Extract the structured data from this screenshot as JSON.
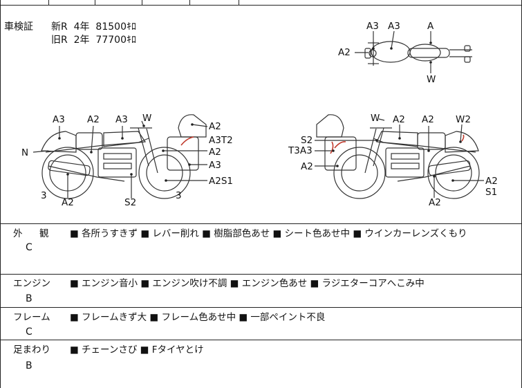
{
  "registration": {
    "label": "車検証",
    "new_line": "新R  4年  81500ｷﾛ",
    "old_line": "旧R  2年  77700ｷﾛ"
  },
  "diagram": {
    "top": [
      "A3",
      "A3",
      "A",
      "A2",
      "W"
    ],
    "left": [
      "A3",
      "A2",
      "A3",
      "W",
      "A2",
      "A3T2",
      "A2",
      "A3",
      "A2S1",
      "N",
      "3",
      "A2",
      "S2",
      "3"
    ],
    "right": [
      "W",
      "A2",
      "A2",
      "W2",
      "S2",
      "T3A3",
      "A2",
      "A2",
      "S1",
      "A2"
    ]
  },
  "sections": [
    {
      "title_a": "外",
      "title_b": "観",
      "grade": "C",
      "items": "■ 各所うすきず ■ レバー削れ ■ 樹脂部色あせ ■ シート色あせ中 ■ ウインカーレンズくもり"
    },
    {
      "title": "エンジン",
      "grade": "B",
      "items": "■ エンジン音小 ■ エンジン吹け不調 ■ エンジン色あせ ■ ラジエターコアへこみ中"
    },
    {
      "title": "フレーム",
      "grade": "C",
      "items": "■ フレームきず大 ■ フレーム色あせ中 ■ 一部ペイント不良"
    },
    {
      "title": "足まわり",
      "grade": "B",
      "items": "■ チェーンさび ■ Fタイヤとけ"
    }
  ]
}
